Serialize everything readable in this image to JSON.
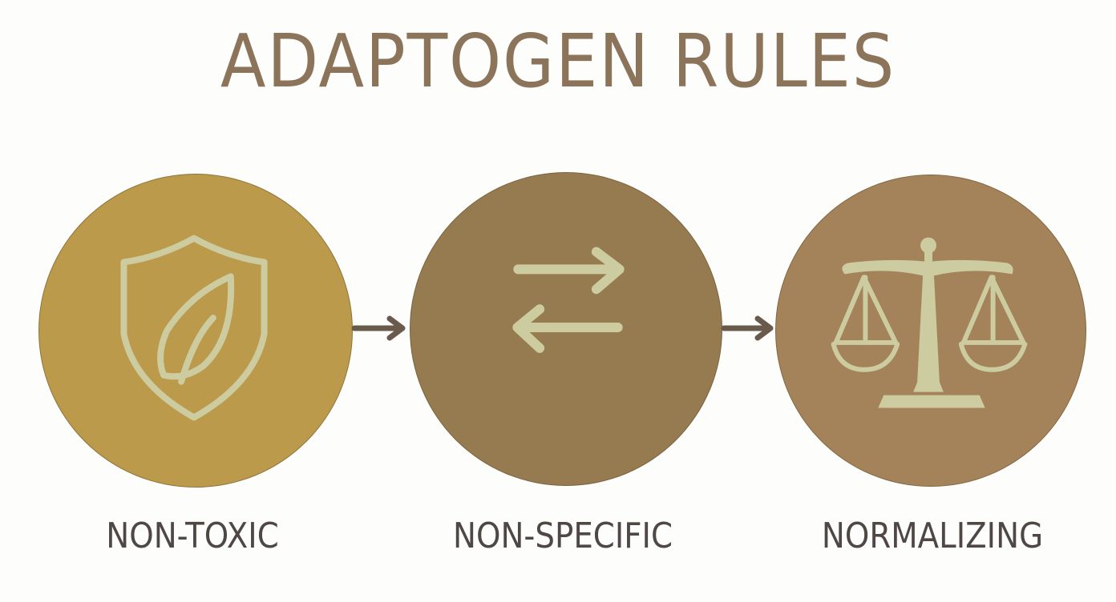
{
  "title": "ADAPTOGEN RULES",
  "colors": {
    "title": "#8b7459",
    "label": "#4e4743",
    "icon": "#cdcca0",
    "arrow_connector": "#6a5a4c",
    "circle_1": "#bb9a4c",
    "circle_2": "#967b51",
    "circle_3": "#a4835b"
  },
  "steps": [
    {
      "label": "NON-TOXIC",
      "icon": "shield-leaf-icon"
    },
    {
      "label": "NON-SPECIFIC",
      "icon": "bidirectional-arrows-icon"
    },
    {
      "label": "NORMALIZING",
      "icon": "balance-scale-icon"
    }
  ],
  "connectors": [
    {
      "from": "NON-TOXIC",
      "to": "NON-SPECIFIC",
      "icon": "arrow-right-icon"
    },
    {
      "from": "NON-SPECIFIC",
      "to": "NORMALIZING",
      "icon": "arrow-right-icon"
    }
  ]
}
